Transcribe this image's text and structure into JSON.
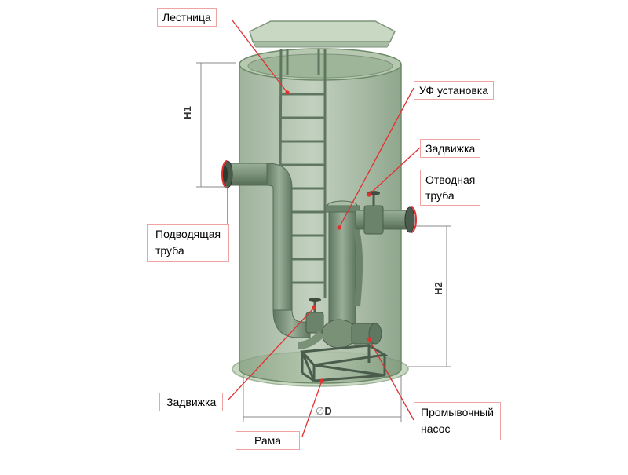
{
  "labels": {
    "ladder": "Лестница",
    "uv_unit": "УФ установка",
    "valve_top": "Задвижка",
    "outlet_line1": "Отводная",
    "outlet_line2": "труба",
    "inlet_line1": "Подводящая",
    "inlet_line2": "труба",
    "valve_bottom": "Задвижка",
    "frame": "Рама",
    "pump_line1": "Промывочный",
    "pump_line2": "насос"
  },
  "dimensions": {
    "h1": "H1",
    "h2": "H2",
    "d": "D",
    "d_symbol": "∅"
  },
  "colors": {
    "tank_fill": "#8fa88a",
    "tank_stroke": "#6e8a6a",
    "pipe": "#7d937b",
    "callout_border": "#f0a3a3",
    "leader_line": "#e03030"
  }
}
